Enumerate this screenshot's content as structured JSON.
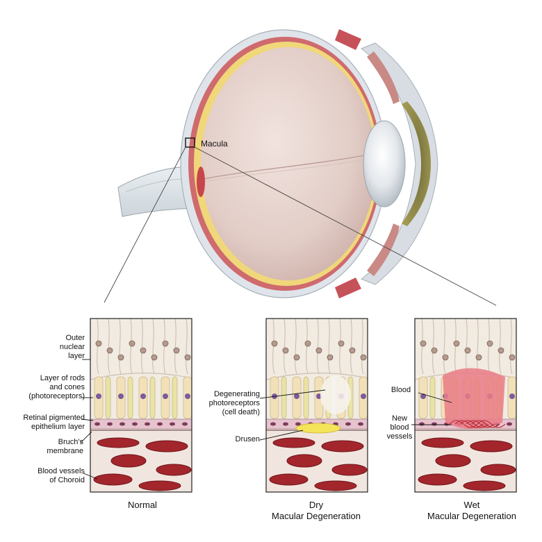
{
  "eye": {
    "macula_label": "Macula"
  },
  "left_labels": [
    "Outer\nnuclear\nlayer",
    "Layer of rods\nand cones\n(photoreceptors)",
    "Retinal pigmented\nepithelium layer",
    "Bruch's\nmembrane",
    "Blood vessels\nof Choroid"
  ],
  "dry_labels": {
    "degenerating": "Degenerating\nphotoreceptors\n(cell death)",
    "drusen": "Drusen"
  },
  "wet_labels": {
    "blood": "Blood",
    "new_vessels": "New\nblood\nvessels"
  },
  "captions": {
    "normal": "Normal",
    "dry": "Dry\nMacular Degeneration",
    "wet": "Wet\nMacular Degeneration"
  },
  "colors": {
    "sclera": "#dfe4ea",
    "retina_yellow": "#f0d77a",
    "choroid_red": "#b5373c",
    "vitreous": "#e7d3cf",
    "blood_vessel": "#9e2228",
    "drusen": "#f3e45a"
  }
}
